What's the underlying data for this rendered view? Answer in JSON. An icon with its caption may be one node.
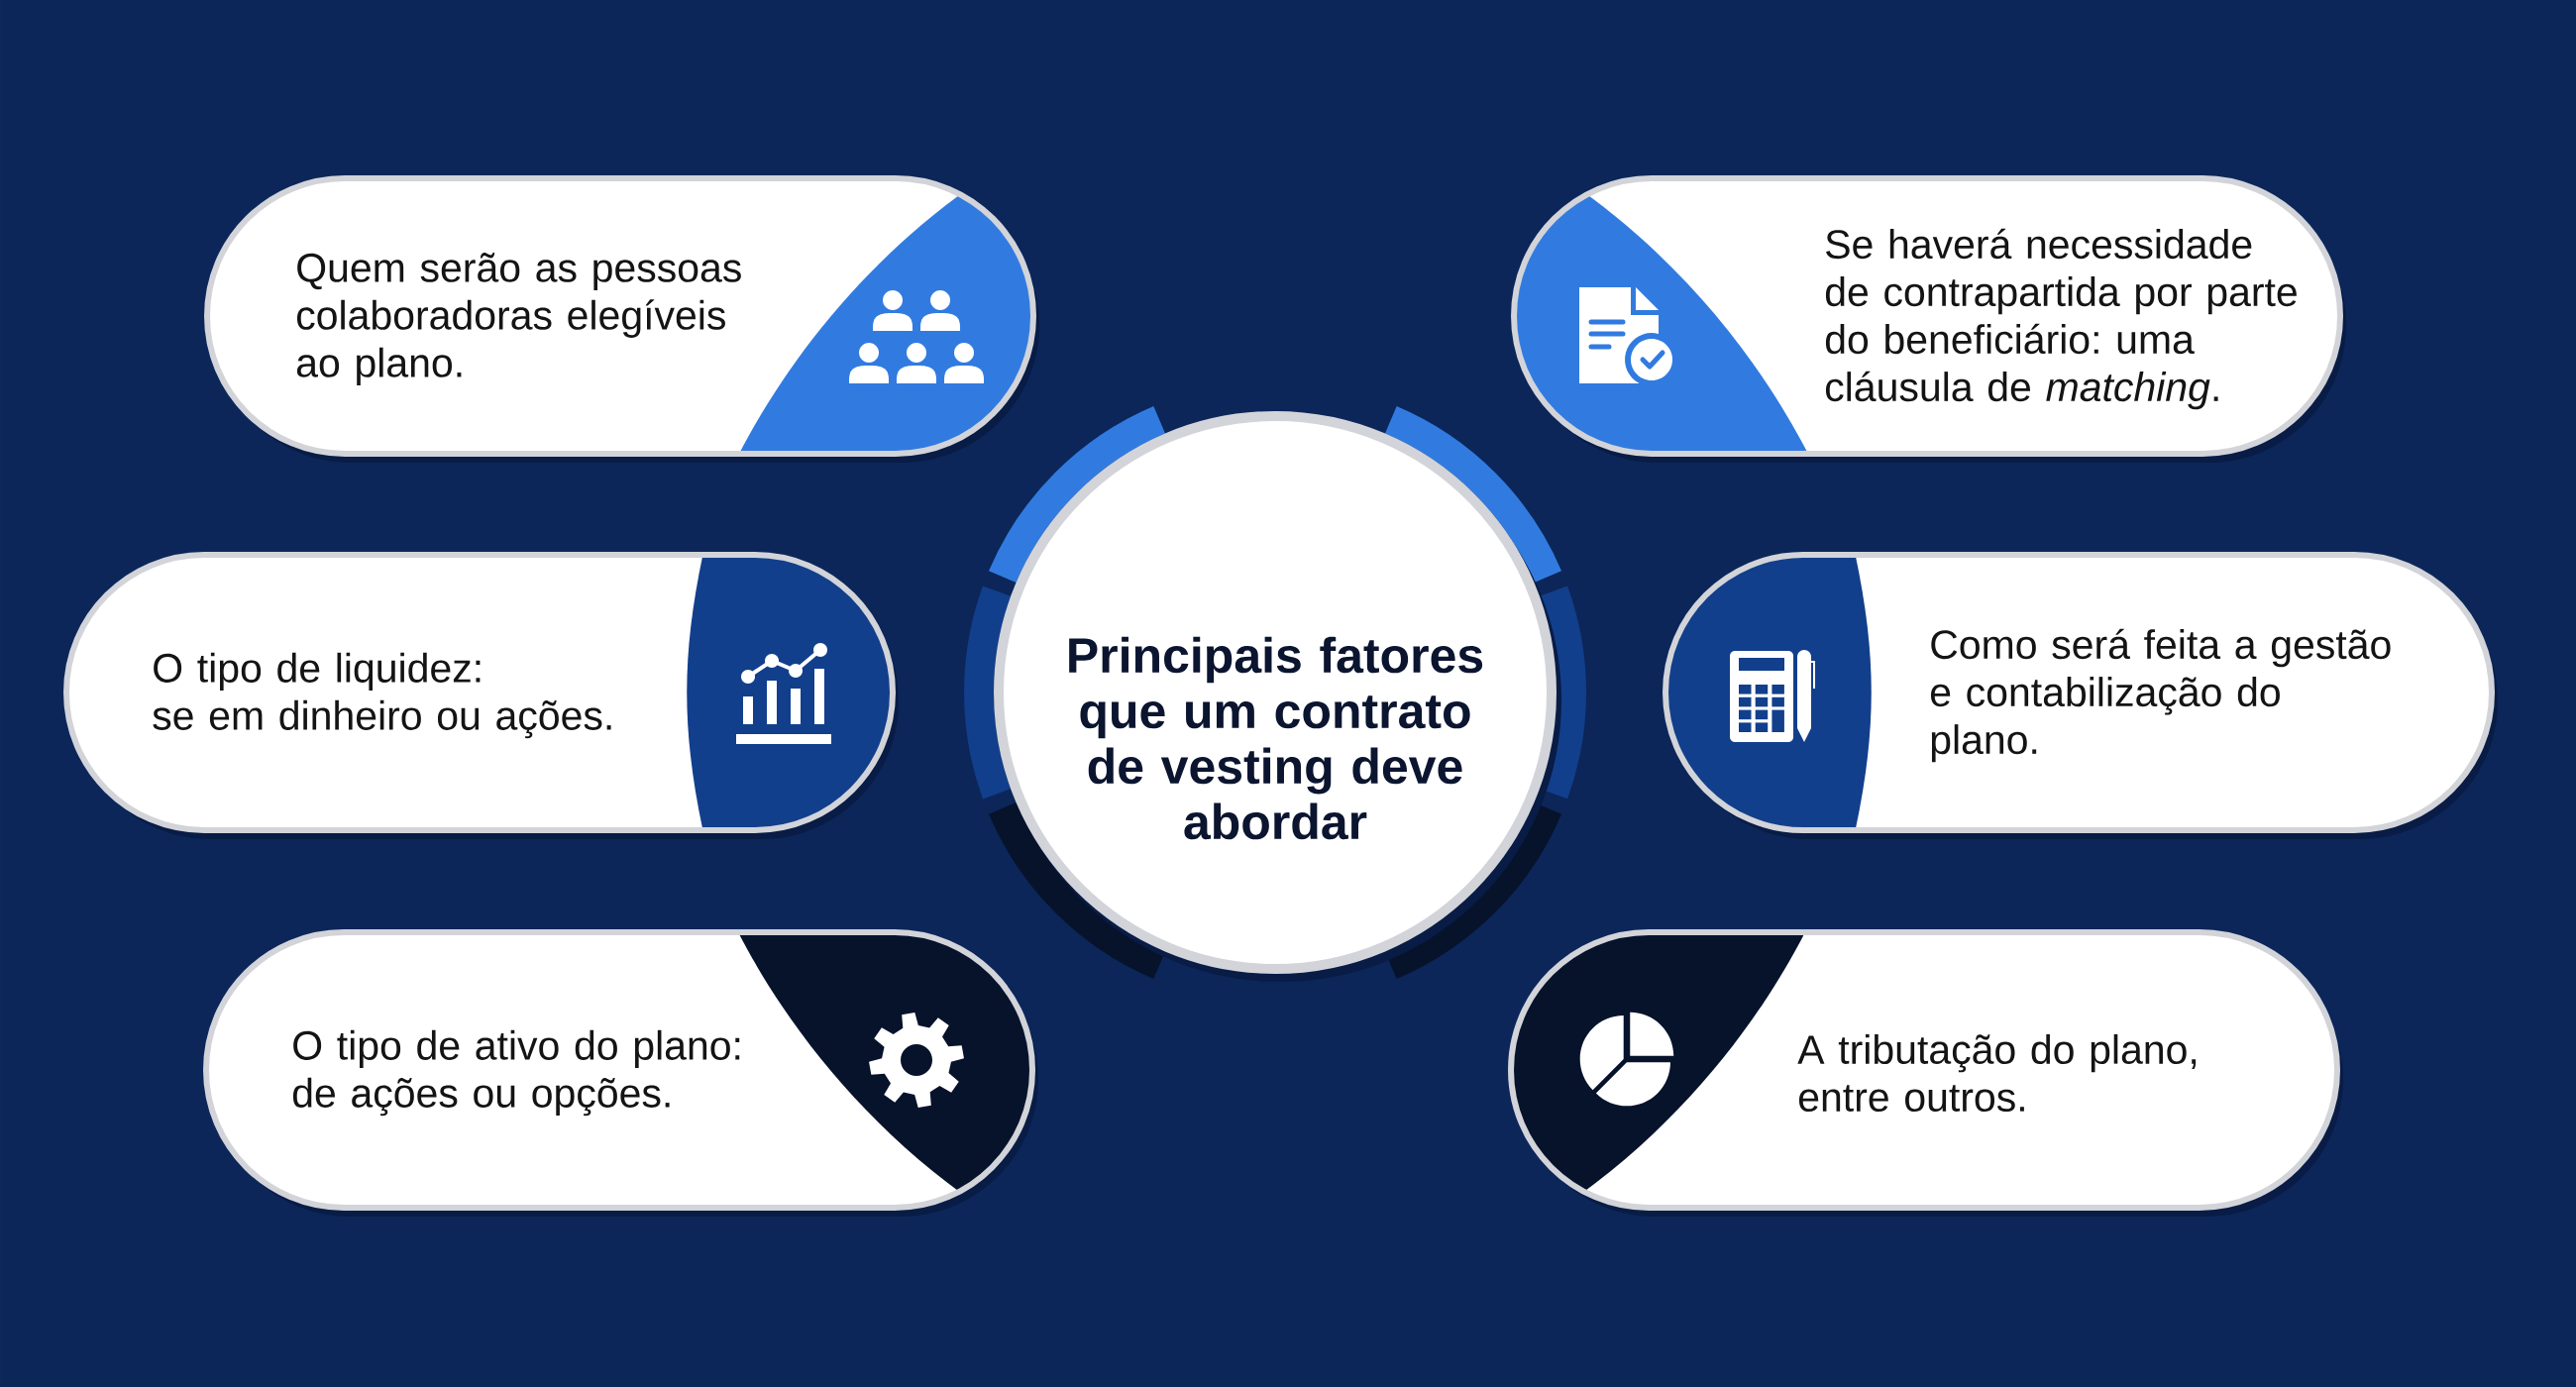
{
  "diagram": {
    "nodes": [
      {
        "text": [
          "Principais fatores que um contrato de vesting deve abordar"
        ]
      },
      {
        "text": [
          "Quem serão as pessoas colaboradoras elegíveis ao plano."
        ]
      },
      {
        "text": [
          "Se haverá necessidade de contrapartida por parte do beneficiário: uma cláusula de *matching*."
        ]
      },
      {
        "text": [
          "O tipo de liquidez: se em dinheiro ou ações."
        ]
      },
      {
        "text": [
          "Como será feita a gestão e contabilização do plano."
        ]
      },
      {
        "text": [
          "O tipo de ativo do plano: de ações ou opções."
        ]
      },
      {
        "text": [
          "A tributação do plano, entre outros."
        ]
      }
    ]
  }
}
